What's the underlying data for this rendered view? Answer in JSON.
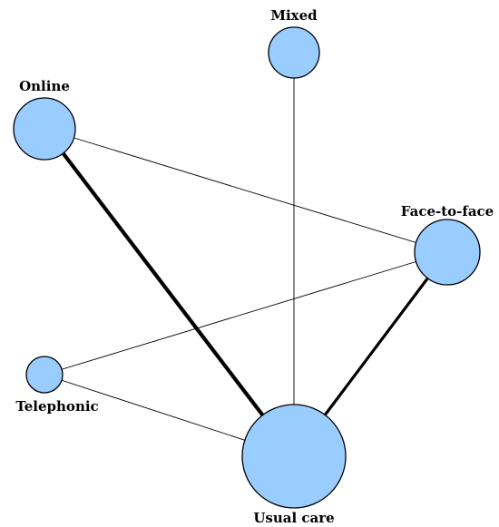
{
  "diagram": {
    "type": "network",
    "node_fill": "#99ccff",
    "node_stroke": "#000000",
    "edge_color": "#000000",
    "nodes": [
      {
        "id": "mixed",
        "label": "Mixed",
        "relative_size": 1.0
      },
      {
        "id": "online",
        "label": "Online",
        "relative_size": 1.22
      },
      {
        "id": "face",
        "label": "Face-to-face",
        "relative_size": 1.3
      },
      {
        "id": "telephonic",
        "label": "Telephonic",
        "relative_size": 0.7
      },
      {
        "id": "usual",
        "label": "Usual care",
        "relative_size": 2.0
      }
    ],
    "edges": [
      {
        "from": "online",
        "to": "usual",
        "relative_weight": 4
      },
      {
        "from": "face",
        "to": "usual",
        "relative_weight": 3
      },
      {
        "from": "mixed",
        "to": "usual",
        "relative_weight": 1
      },
      {
        "from": "online",
        "to": "face",
        "relative_weight": 1
      },
      {
        "from": "telephonic",
        "to": "face",
        "relative_weight": 1
      },
      {
        "from": "telephonic",
        "to": "usual",
        "relative_weight": 1
      }
    ]
  }
}
